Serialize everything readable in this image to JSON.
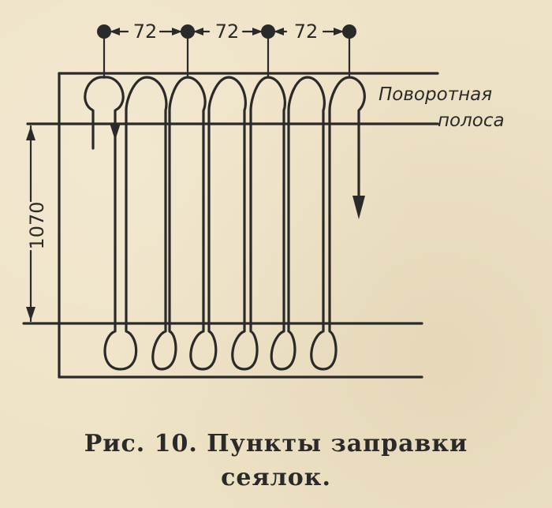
{
  "dimensions": {
    "spacing_labels": [
      "72",
      "72",
      "72"
    ],
    "height_label": "1070"
  },
  "label": {
    "line1": "Поворотная",
    "line2": "полоса"
  },
  "caption": {
    "line1": "Рис.  10.  Пункты  заправки",
    "line2": "сеялок."
  },
  "colors": {
    "ink": "#2b2a2a",
    "paper": "#efe3c6"
  }
}
